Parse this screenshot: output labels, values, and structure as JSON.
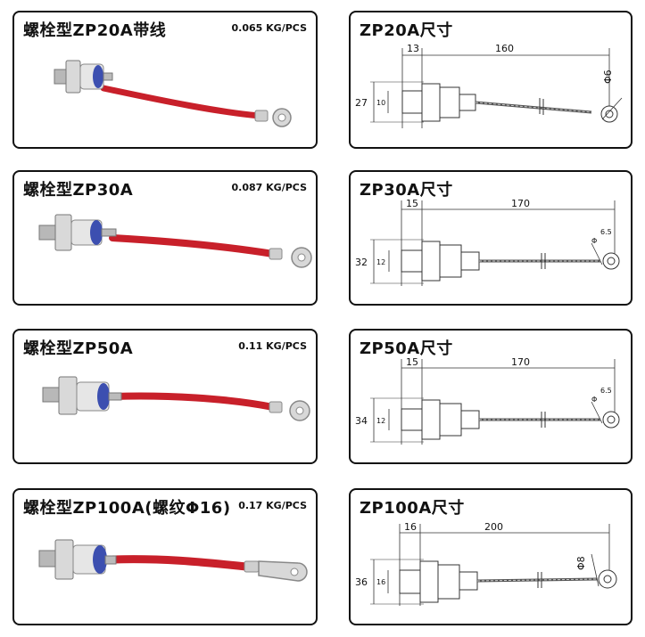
{
  "products": [
    {
      "title": "螺栓型ZP20A带线",
      "weight": "0.065 KG/PCS",
      "dim_title": "ZP20A尺寸",
      "dims": {
        "thread": "13",
        "length": "160",
        "hex": "27",
        "inner": "10",
        "hole": "Φ6"
      }
    },
    {
      "title": "螺栓型ZP30A",
      "weight": "0.087 KG/PCS",
      "dim_title": "ZP30A尺寸",
      "dims": {
        "thread": "15",
        "length": "170",
        "hex": "32",
        "inner": "12",
        "hole": "6.5",
        "hole_symbol": "Φ"
      }
    },
    {
      "title": "螺栓型ZP50A",
      "weight": "0.11 KG/PCS",
      "dim_title": "ZP50A尺寸",
      "dims": {
        "thread": "15",
        "length": "170",
        "hex": "34",
        "inner": "12",
        "hole": "6.5",
        "hole_symbol": "Φ"
      }
    },
    {
      "title": "螺栓型ZP100A(螺纹Φ16)",
      "weight": "0.17 KG/PCS",
      "dim_title": "ZP100A尺寸",
      "dims": {
        "thread": "16",
        "length": "200",
        "hex": "36",
        "inner": "16",
        "hole": "Φ8"
      }
    }
  ]
}
